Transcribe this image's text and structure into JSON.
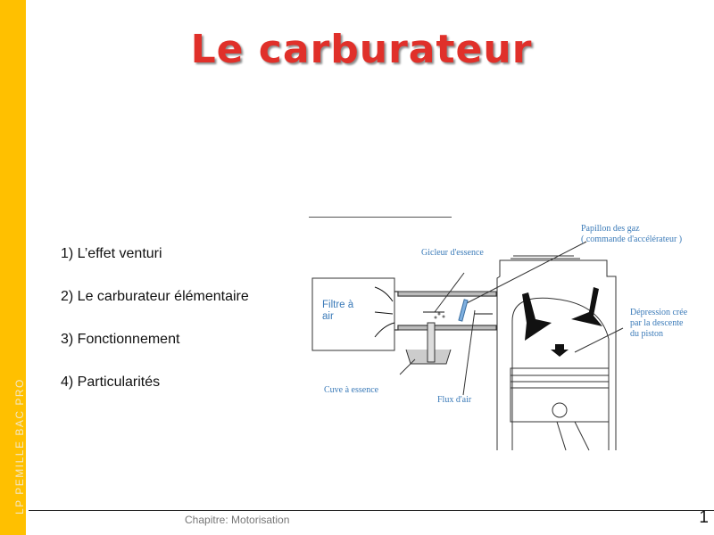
{
  "sidebar": {
    "text": "LP PEMILLE BAC PRO",
    "color": "#FFC000"
  },
  "title": "Le carburateur",
  "menu": [
    {
      "label": "1) L’effet venturi"
    },
    {
      "label": "2) Le carburateur élémentaire"
    },
    {
      "label": "3) Fonctionnement"
    },
    {
      "label": "4) Particularités"
    }
  ],
  "diagram": {
    "filter": "Filtre à air",
    "filter_l1": "Filtre à",
    "filter_l2": "air",
    "jet": "Gicleur d'essence",
    "throttle_l1": "Papillon des gaz",
    "throttle_l2": "( commande d'accélérateur )",
    "depression_l1": "Dépression crée",
    "depression_l2": "par la descente",
    "depression_l3": "du piston",
    "bowl": "Cuve à essence",
    "airflow": "Flux d'air"
  },
  "footer": {
    "chapter": "Chapitre: Motorisation",
    "page": "1"
  }
}
